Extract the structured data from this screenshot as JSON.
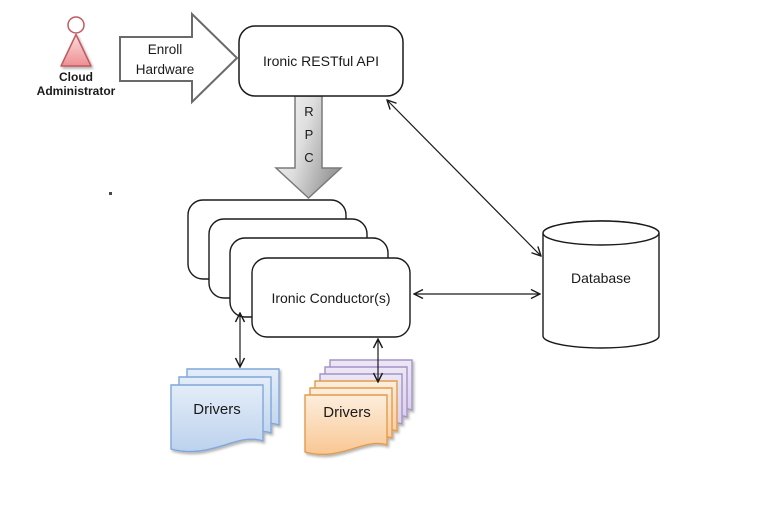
{
  "labels": {
    "actor": "Cloud Administrator",
    "enroll": "Enroll Hardware",
    "api": "Ironic RESTful API",
    "conductor": "Ironic Conductor(s)",
    "database": "Database",
    "drivers_left": "Drivers",
    "drivers_right": "Drivers"
  },
  "rpc": {
    "letters": [
      "R",
      "P",
      "C"
    ]
  },
  "colors": {
    "line": "#1a1a1a",
    "box_border": "#1a1a1a",
    "box_fill": "#ffffff",
    "enroll_border": "#6a6a6a",
    "actor_fill": "#f1999c",
    "actor_border": "#c05a60",
    "rpc_fill": "#bdbdbd",
    "rpc_border": "#7a7a7a",
    "doc_blue_fill": "#c9daf0",
    "doc_blue_border": "#7fa7d8",
    "doc_orange_fill": "#fbcf9e",
    "doc_orange_border": "#e29b4d",
    "doc_purple_fill": "#ddd3ec",
    "doc_purple_border": "#a494c6"
  }
}
